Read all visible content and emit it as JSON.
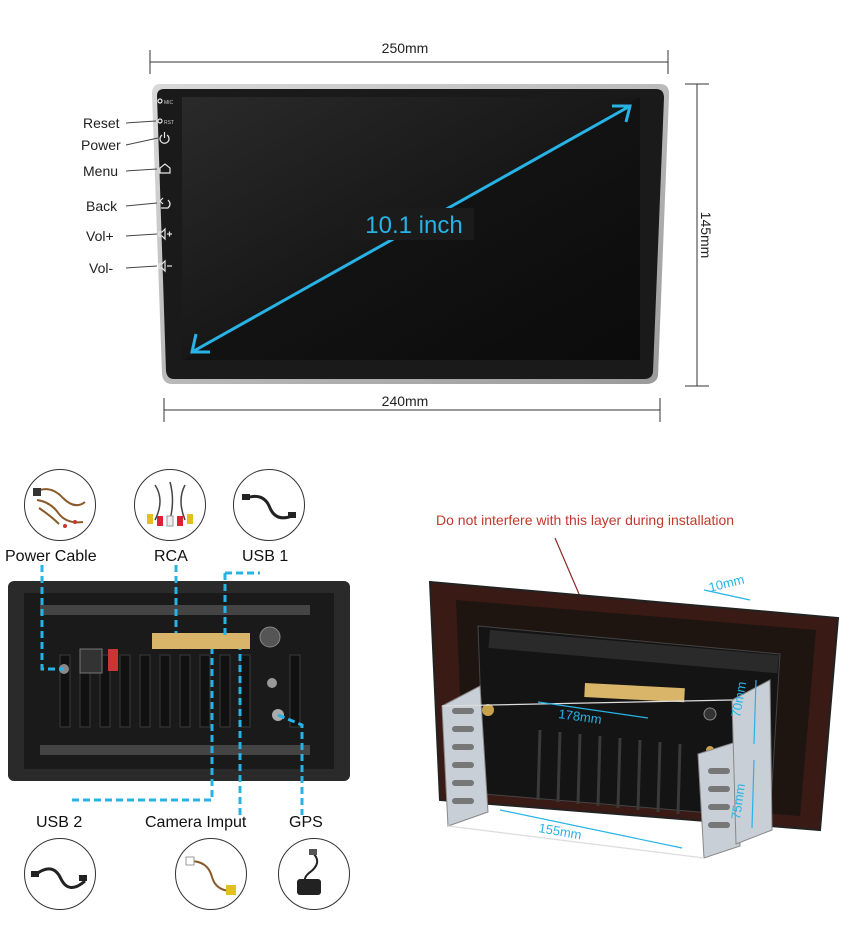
{
  "top": {
    "width_top_label": "250mm",
    "width_bottom_label": "240mm",
    "height_label": "145mm",
    "screen_size_label": "10.1 inch",
    "side_tiny": {
      "mic": "MIC",
      "rst": "RST"
    },
    "side_buttons": [
      {
        "label": "Reset",
        "icon": "dot-icon"
      },
      {
        "label": "Power",
        "icon": "power-icon"
      },
      {
        "label": "Menu",
        "icon": "home-icon"
      },
      {
        "label": "Back",
        "icon": "back-icon"
      },
      {
        "label": "Vol+",
        "icon": "volume-up-icon"
      },
      {
        "label": "Vol-",
        "icon": "volume-down-icon"
      }
    ]
  },
  "connectors": {
    "top": [
      {
        "label": "Power Cable",
        "icon": "power-harness-icon"
      },
      {
        "label": "RCA",
        "icon": "rca-cable-icon"
      },
      {
        "label": "USB 1",
        "icon": "usb-cable-icon"
      }
    ],
    "bottom": [
      {
        "label": "USB 2",
        "icon": "usb-cable-icon"
      },
      {
        "label": "Camera Imput",
        "icon": "camera-cable-icon"
      },
      {
        "label": "GPS",
        "icon": "gps-antenna-icon"
      }
    ]
  },
  "install": {
    "warning": "Do not interfere with this layer during installation",
    "dims": {
      "depth_top": "10mm",
      "inner_width": "178mm",
      "height_upper": "70mm",
      "height_lower": "75mm",
      "bracket_depth": "155mm"
    }
  },
  "colors": {
    "accent": "#27b3e6",
    "warning": "#c0392b",
    "frame": "#b8b8b8",
    "screen": "#1b1b1b"
  }
}
